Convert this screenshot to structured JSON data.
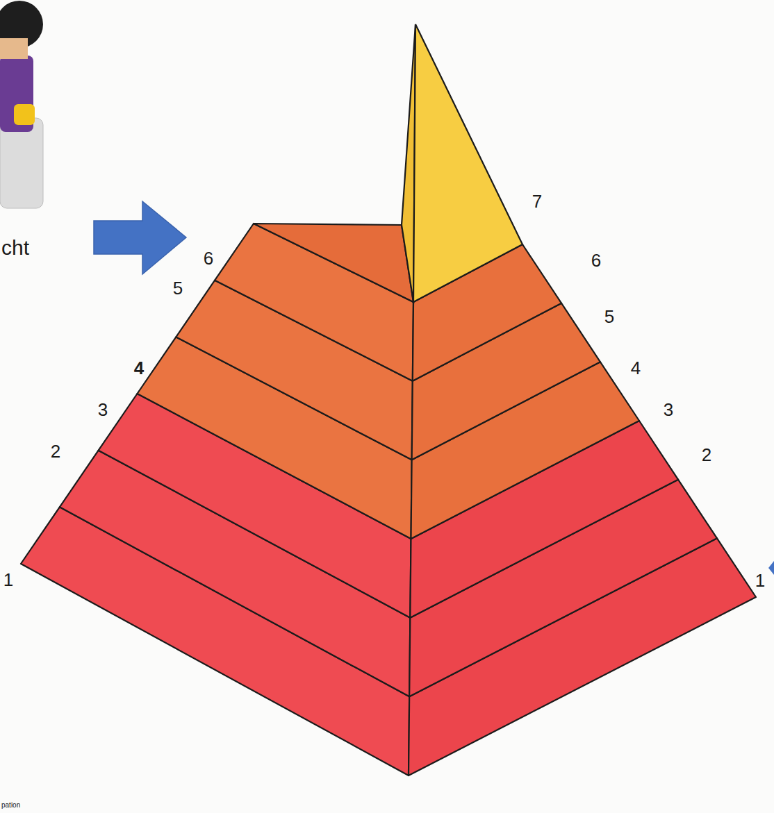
{
  "diagram": {
    "labels": [
      "cht",
      "6",
      "5",
      "4",
      "3",
      "2",
      "1",
      "7",
      "6",
      "5",
      "4",
      "3",
      "2",
      "1",
      "pation"
    ]
  }
}
